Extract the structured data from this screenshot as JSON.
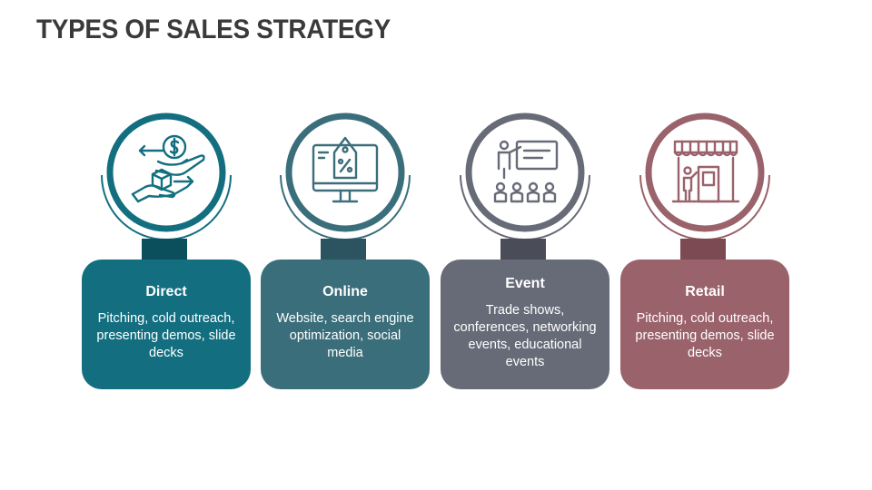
{
  "title": "TYPES OF SALES STRATEGY",
  "columns": [
    {
      "title": "Direct",
      "text": "Pitching, cold outreach, presenting demos, slide decks",
      "color": "#136f80",
      "connector_color": "#0b4f5c",
      "icon": "hands-exchange-icon"
    },
    {
      "title": "Online",
      "text": "Website, search engine optimization, social media",
      "color": "#3b6e7b",
      "connector_color": "#2b5360",
      "icon": "monitor-price-tag-icon"
    },
    {
      "title": "Event",
      "text": "Trade shows, conferences, networking events, educational events",
      "color": "#676b77",
      "connector_color": "#4a4d57",
      "icon": "presentation-audience-icon"
    },
    {
      "title": "Retail",
      "text": "Pitching, cold outreach, presenting demos, slide decks",
      "color": "#9a626b",
      "connector_color": "#7c4a52",
      "icon": "storefront-icon"
    }
  ]
}
